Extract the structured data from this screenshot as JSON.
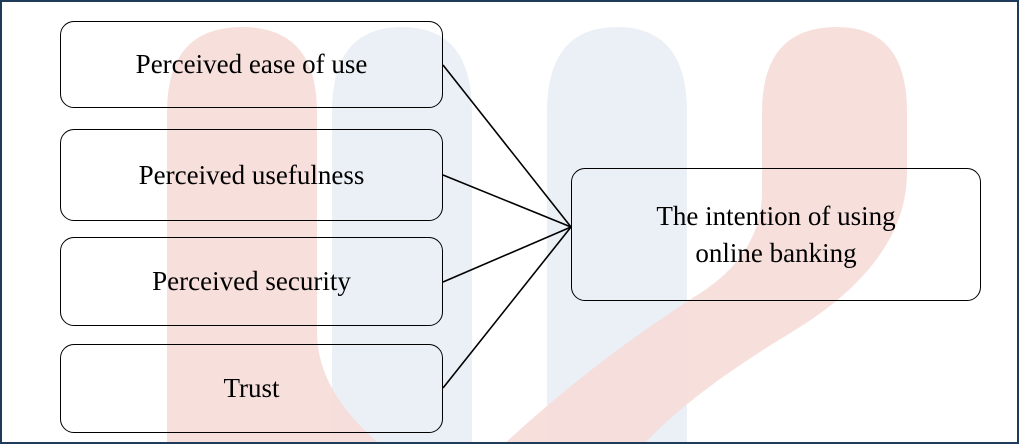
{
  "diagram": {
    "predictors": [
      {
        "label": "Perceived ease of use"
      },
      {
        "label": "Perceived usefulness"
      },
      {
        "label": "Perceived security"
      },
      {
        "label": "Trust"
      }
    ],
    "outcome": {
      "line1": "The intention of using",
      "line2": "online banking"
    },
    "edges": [
      {
        "from": "Perceived ease of use",
        "to": "The intention of using online banking"
      },
      {
        "from": "Perceived usefulness",
        "to": "The intention of using online banking"
      },
      {
        "from": "Perceived security",
        "to": "The intention of using online banking"
      },
      {
        "from": "Trust",
        "to": "The intention of using online banking"
      }
    ],
    "colors": {
      "frame_border": "#1f3b5a",
      "watermark_red": "#f3c9c4",
      "watermark_blue": "#d9e3ee",
      "line": "#000000"
    }
  }
}
